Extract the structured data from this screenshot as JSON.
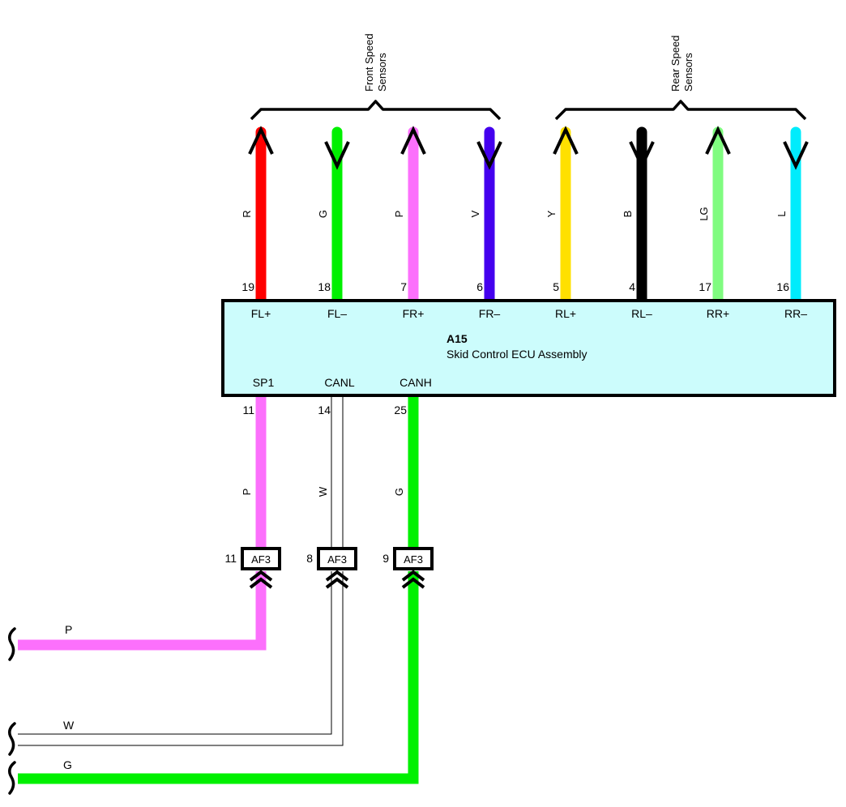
{
  "groups": {
    "front_line1": "Front Speed",
    "front_line2": "Sensors",
    "rear_line1": "Rear Speed",
    "rear_line2": "Sensors"
  },
  "ecu": {
    "id": "A15",
    "name": "Skid Control ECU Assembly",
    "fill_color": "#ccfcfc",
    "top_pins": [
      {
        "pin": "19",
        "signal": "FL+",
        "wire_code": "R",
        "color": "#ff0000",
        "arrow": "up"
      },
      {
        "pin": "18",
        "signal": "FL–",
        "wire_code": "G",
        "color": "#00f000",
        "arrow": "down"
      },
      {
        "pin": "7",
        "signal": "FR+",
        "wire_code": "P",
        "color": "#fc70fc",
        "arrow": "up"
      },
      {
        "pin": "6",
        "signal": "FR–",
        "wire_code": "V",
        "color": "#4400ee",
        "arrow": "down"
      },
      {
        "pin": "5",
        "signal": "RL+",
        "wire_code": "Y",
        "color": "#ffe000",
        "arrow": "up"
      },
      {
        "pin": "4",
        "signal": "RL–",
        "wire_code": "B",
        "color": "#000000",
        "arrow": "down"
      },
      {
        "pin": "17",
        "signal": "RR+",
        "wire_code": "LG",
        "color": "#80fc80",
        "arrow": "up"
      },
      {
        "pin": "16",
        "signal": "RR–",
        "wire_code": "L",
        "color": "#00ecfc",
        "arrow": "down"
      }
    ],
    "bottom_pins": [
      {
        "pin": "11",
        "signal": "SP1",
        "wire_code": "P",
        "color": "#fc70fc"
      },
      {
        "pin": "14",
        "signal": "CANL",
        "wire_code": "W",
        "color": "#ffffff"
      },
      {
        "pin": "25",
        "signal": "CANH",
        "wire_code": "G",
        "color": "#00f000"
      }
    ]
  },
  "connectors": [
    {
      "pin": "11",
      "name": "AF3"
    },
    {
      "pin": "8",
      "name": "AF3"
    },
    {
      "pin": "9",
      "name": "AF3"
    }
  ],
  "outputs": [
    {
      "wire_code": "P"
    },
    {
      "wire_code": "W"
    },
    {
      "wire_code": "G"
    }
  ]
}
